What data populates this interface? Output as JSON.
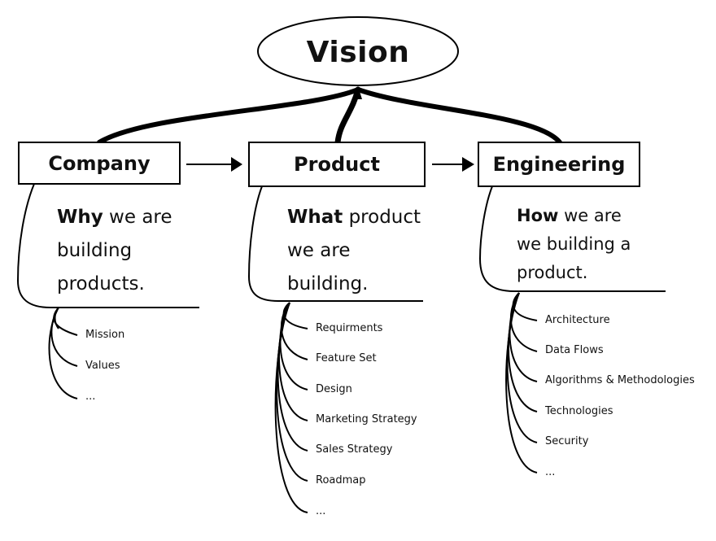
{
  "vision": {
    "label": "Vision"
  },
  "columns": [
    {
      "id": "company",
      "title": "Company",
      "lead": "Why",
      "rest": " we are building products.",
      "items": [
        "Mission",
        "Values",
        "..."
      ]
    },
    {
      "id": "product",
      "title": "Product",
      "lead": "What",
      "rest": " product we are building.",
      "items": [
        "Requirments",
        "Feature Set",
        "Design",
        "Marketing Strategy",
        "Sales Strategy",
        "Roadmap",
        "..."
      ]
    },
    {
      "id": "engineering",
      "title": "Engineering",
      "lead": "How",
      "rest": " we are we building a product.",
      "items": [
        "Architecture",
        "Data Flows",
        "Algorithms & Methodologies",
        "Technologies",
        "Security",
        "..."
      ]
    }
  ]
}
